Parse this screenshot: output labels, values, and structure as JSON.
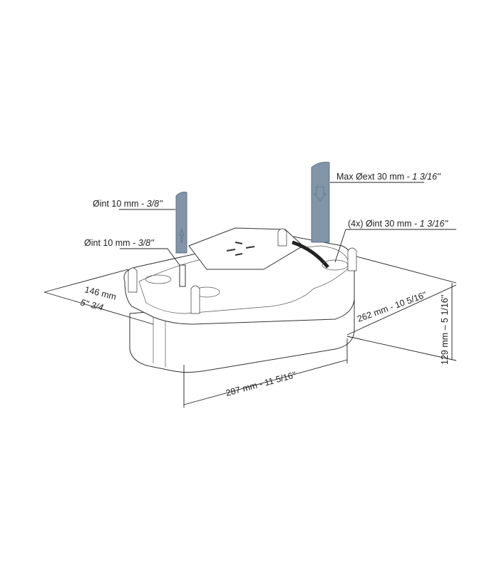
{
  "labels": {
    "outlet_pipe": {
      "main": "Max Øext 30 mm - ",
      "italic": "1 3/16''"
    },
    "inlet_pipe_top": {
      "main": "Øint 10 mm - ",
      "italic": "3/8''"
    },
    "inlet_nozzle": {
      "main": "Øint 10 mm - ",
      "italic": "3/8''"
    },
    "inlets_4x": {
      "main": "(4x) Øint 30 mm - ",
      "italic": "1 3/16''"
    },
    "depth": {
      "line1": "146 mm",
      "line2": "5'' 3/4"
    },
    "width_side": "262 mm - 10 5/16''",
    "height": "129 mm – 5 1/16''",
    "length": "287 mm - 11 5/16''"
  },
  "colors": {
    "pipe": "#8295a8",
    "pipe_edge": "#5f7387",
    "line": "#222222"
  }
}
